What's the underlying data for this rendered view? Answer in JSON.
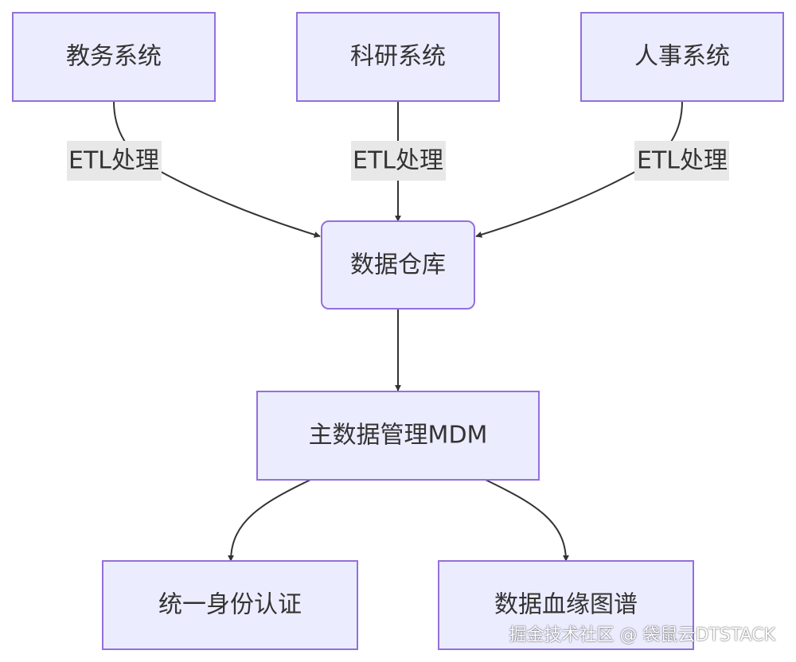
{
  "nodes": [
    {
      "id": "academic",
      "label": "教务系统"
    },
    {
      "id": "research",
      "label": "科研系统"
    },
    {
      "id": "hr",
      "label": "人事系统"
    },
    {
      "id": "warehouse",
      "label": "数据仓库"
    },
    {
      "id": "mdm",
      "label": "主数据管理MDM"
    },
    {
      "id": "identity",
      "label": "统一身份认证"
    },
    {
      "id": "lineage",
      "label": "数据血缘图谱"
    }
  ],
  "edges": [
    {
      "from": "academic",
      "to": "warehouse",
      "label": "ETL处理"
    },
    {
      "from": "research",
      "to": "warehouse",
      "label": "ETL处理"
    },
    {
      "from": "hr",
      "to": "warehouse",
      "label": "ETL处理"
    },
    {
      "from": "warehouse",
      "to": "mdm",
      "label": ""
    },
    {
      "from": "mdm",
      "to": "identity",
      "label": ""
    },
    {
      "from": "mdm",
      "to": "lineage",
      "label": ""
    }
  ],
  "watermark": "掘金技术社区 @ 袋鼠云DTSTACK",
  "colors": {
    "node_fill": "#ECECFF",
    "node_stroke": "#9370DB",
    "edge": "#333333",
    "label_bg": "#e8e8e8",
    "text": "#333333"
  }
}
